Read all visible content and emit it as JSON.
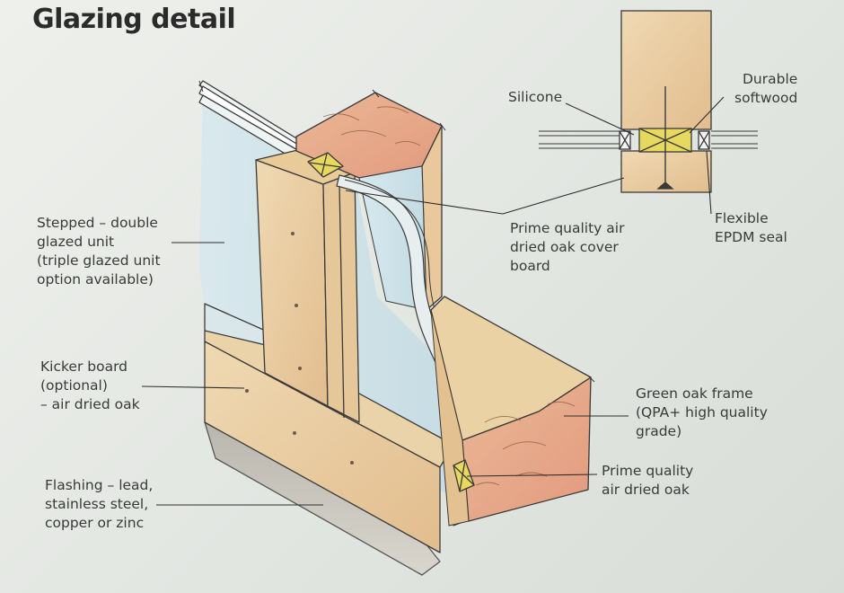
{
  "title": "Glazing detail",
  "labels": {
    "stepped": [
      "Stepped – double",
      "glazed unit",
      "(triple glazed unit",
      "option available)"
    ],
    "kicker": [
      "Kicker board",
      "(optional)",
      "– air dried oak"
    ],
    "flashing": [
      "Flashing – lead,",
      "stainless steel,",
      "copper or zinc"
    ],
    "silicone": [
      "Silicone"
    ],
    "softwood": [
      "Durable",
      "softwood"
    ],
    "cover_board": [
      "Prime quality air",
      "dried oak cover",
      "board"
    ],
    "epdm": [
      "Flexible",
      "EPDM seal"
    ],
    "green_oak": [
      "Green oak frame",
      "(QPA+ high quality",
      "grade)"
    ],
    "prime_oak": [
      "Prime quality",
      "air dried oak"
    ]
  },
  "colors": {
    "oak_light": "#e9cfa4",
    "oak_mid": "#dcb586",
    "oak_end": "#e7a989",
    "glass": "#cfe2ea",
    "softwood_block": "#e7d85f",
    "line": "#3a3a3a"
  }
}
